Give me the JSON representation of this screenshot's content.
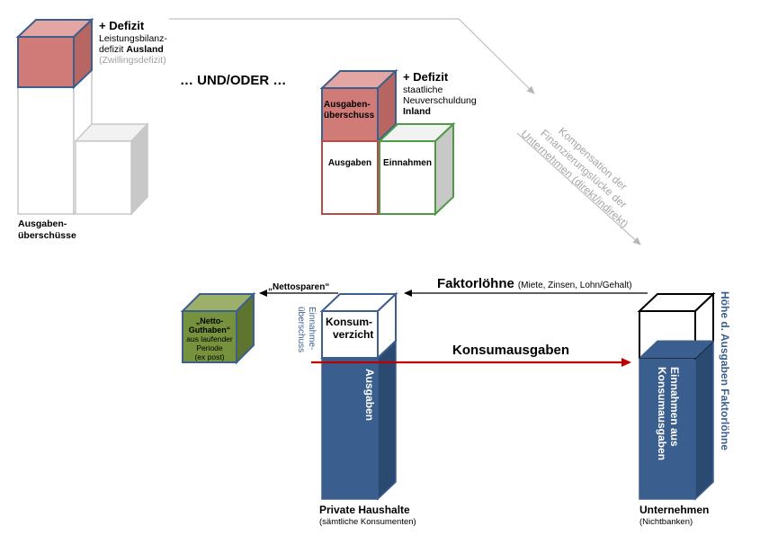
{
  "top_left": {
    "deficit_title": "+ Defizit",
    "line1": "Leistungsbilanz-",
    "line2_prefix": "defizit",
    "line2_bold": "Ausland",
    "line3": "(Zwillingsdefizit)",
    "bottom_line1": "Ausgaben-",
    "bottom_line2": "überschüsse"
  },
  "und_oder": "… UND/ODER …",
  "top_middle": {
    "deficit_title": "+ Defizit",
    "line1": "staatliche",
    "line2": "Neuverschuldung",
    "line3": "Inland",
    "overspend_line1": "Ausgaben-",
    "overspend_line2": "überschuss",
    "spending": "Ausgaben",
    "income": "Einnahmen"
  },
  "compensation": {
    "line1": "Kompensation der",
    "line2": "Finanzierungslücke der",
    "line3": "Unternehmen (direkt/indirekt)"
  },
  "bottom": {
    "nettosparen": "„Nettosparen“",
    "faktorloehne": "Faktorlöhne",
    "faktorloehne_detail": "(Miete, Zinsen, Lohn/Gehalt)",
    "konsumausgaben": "Konsumausgaben",
    "netto_guthaben_line1": "„Netto-",
    "netto_guthaben_line2": "Guthaben“",
    "netto_guthaben_line3": "aus laufender",
    "netto_guthaben_line4": "Periode",
    "netto_guthaben_line5": "(ex post)",
    "einnahme_line1": "Einnahme-",
    "einnahme_line2": "überschuss",
    "konsumverzicht_line1": "Konsum-",
    "konsumverzicht_line2": "verzicht",
    "ausgaben": "Ausgaben",
    "einnahmen_line1": "Einnahmen aus",
    "einnahmen_line2": "Konsumausgaben",
    "hoehe": "Höhe d. Ausgaben Faktorlöhne",
    "households": "Private Haushalte",
    "households_sub": "(sämtliche Konsumenten)",
    "companies": "Unternehmen",
    "companies_sub": "(Nichtbanken)"
  },
  "colors": {
    "red_fill": "#d07b77",
    "blue_fill": "#3a5f8f",
    "blue_side": "#2b4a72",
    "blue_border": "#3d5f8e",
    "green_fill": "#77923c",
    "green_border": "#4f9a45",
    "grey": "#c8c8c8",
    "dark_red_arrow": "#c00000"
  }
}
